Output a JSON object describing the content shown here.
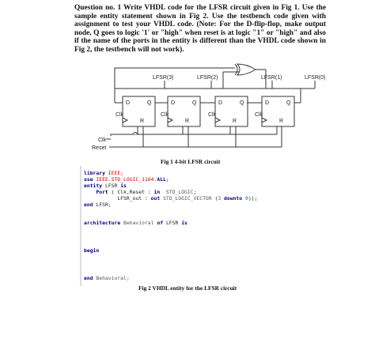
{
  "question": "Question no. 1 Write VHDL code for the LFSR circuit given in Fig 1. Use the sample entity statement shown in Fig 2. Use the testbench code given with assignment to test your VHDL code. (Note: For the D-flip-flop, make output node, Q goes to logic '1' or \"high\" when reset is at logic \"1\" or \"high\" and also if the name of the ports in the entity is different than the VHDL code shown in Fig 2, the testbench will not work).",
  "figure1": {
    "outputs": [
      "LFSR(3)",
      "LFSR(2)",
      "LFSR(1)",
      "LFSR(0)"
    ],
    "flipflop": {
      "d": "D",
      "q": "Q",
      "r": "R",
      "clk": "Clk"
    },
    "clk_label": "Clk",
    "reset_label": "Reset",
    "caption": "Fig 1 4-bit LFSR circuit"
  },
  "figure2": {
    "code": {
      "l1_kw": "library",
      "l1_id": "IEEE;",
      "l2_kw": "use",
      "l2_pkg": "IEEE.STD_LOGIC_1164.",
      "l2_all": "ALL",
      "l2_end": ";",
      "l3_kw": "entity",
      "l3_id": "LFSR",
      "l3_is": "is",
      "l4_kw": "Port",
      "l4_a": "( Clk,Reset : ",
      "l4_in": "in",
      "l4_type": "STD_LOGIC",
      "l4_end": ";",
      "l5_a": "LFSR_out : ",
      "l5_out": "out",
      "l5_type": "STD_LOGIC_VECTOR",
      "l5_p": " (",
      "l5_n1": "3",
      "l5_dt": " downto ",
      "l5_n2": "0",
      "l5_end": "));",
      "l6_kw": "end",
      "l6_id": "LFSR;",
      "l7_kw": "architecture",
      "l7_id": "Behavioral",
      "l7_of": "of",
      "l7_ent": "LFSR",
      "l7_is": "is",
      "l8_kw": "begin",
      "l9_kw": "end",
      "l9_id": "Behavioral;"
    },
    "caption": "Fig 2 VHDL entity for the LFSR circuit"
  }
}
